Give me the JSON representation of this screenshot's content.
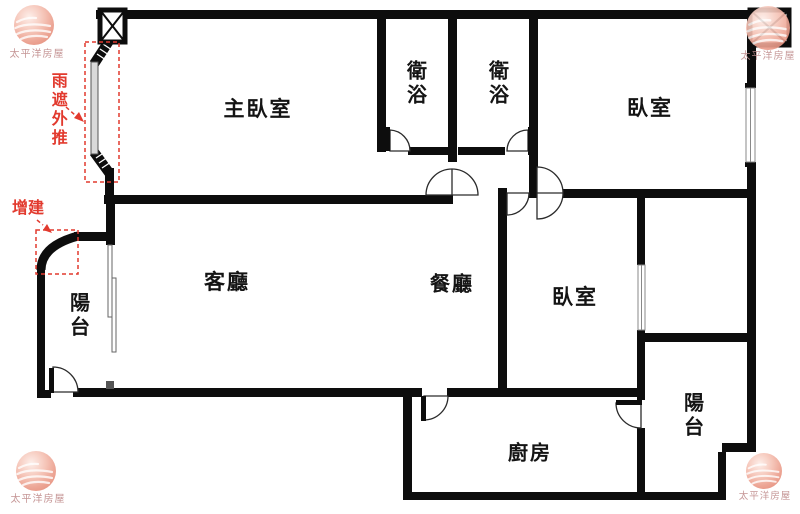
{
  "brand": {
    "name": "太平洋房屋"
  },
  "rooms": [
    {
      "id": "master-bedroom",
      "label": "主臥室"
    },
    {
      "id": "bathroom-1",
      "label": "衛浴"
    },
    {
      "id": "bathroom-2",
      "label": "衛浴"
    },
    {
      "id": "bedroom-northeast",
      "label": "臥室"
    },
    {
      "id": "living-room",
      "label": "客廳"
    },
    {
      "id": "dining-room",
      "label": "餐廳"
    },
    {
      "id": "bedroom-east",
      "label": "臥室"
    },
    {
      "id": "balcony-west",
      "label": "陽台"
    },
    {
      "id": "kitchen",
      "label": "廚房"
    },
    {
      "id": "balcony-southeast",
      "label": "陽台"
    }
  ],
  "annotations": [
    {
      "id": "rain-shield-pushout",
      "label": "雨遮外推"
    },
    {
      "id": "extension",
      "label": "增建"
    }
  ],
  "colors": {
    "wall": "#0d0d0d",
    "annotation_red": "#e23a2e",
    "watermark_pink": "#eda392",
    "watermark_text": "#c29090"
  }
}
